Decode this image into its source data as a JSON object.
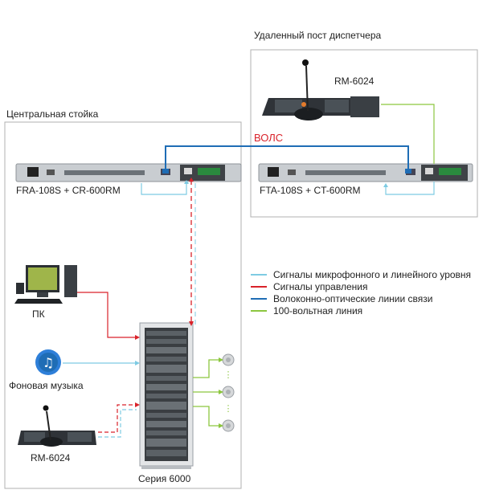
{
  "labels": {
    "remote_post": "Удаленный пост диспетчера",
    "central_rack": "Центральная стойка",
    "rm_top": "RM-6024",
    "fiber": "ВОЛС",
    "fra": "FRA-108S + CR-600RM",
    "fta": "FTA-108S + CT-600RM",
    "pc": "ПК",
    "music": "Фоновая музыка",
    "rm_bottom": "RM-6024",
    "series": "Серия 6000"
  },
  "legend": [
    {
      "label": "Сигналы микрофонного и линейного уровня",
      "color": "#7ecbe3"
    },
    {
      "label": "Сигналы управления",
      "color": "#d9222a"
    },
    {
      "label": "Волоконно-оптические линии связи",
      "color": "#1f6db5"
    },
    {
      "label": "100-вольтная линия",
      "color": "#8cc63f"
    }
  ],
  "colors": {
    "mic": "#7ecbe3",
    "control": "#d9222a",
    "fiber": "#1f6db5",
    "line100v": "#8cc63f",
    "frame": "#aaaaaa"
  }
}
